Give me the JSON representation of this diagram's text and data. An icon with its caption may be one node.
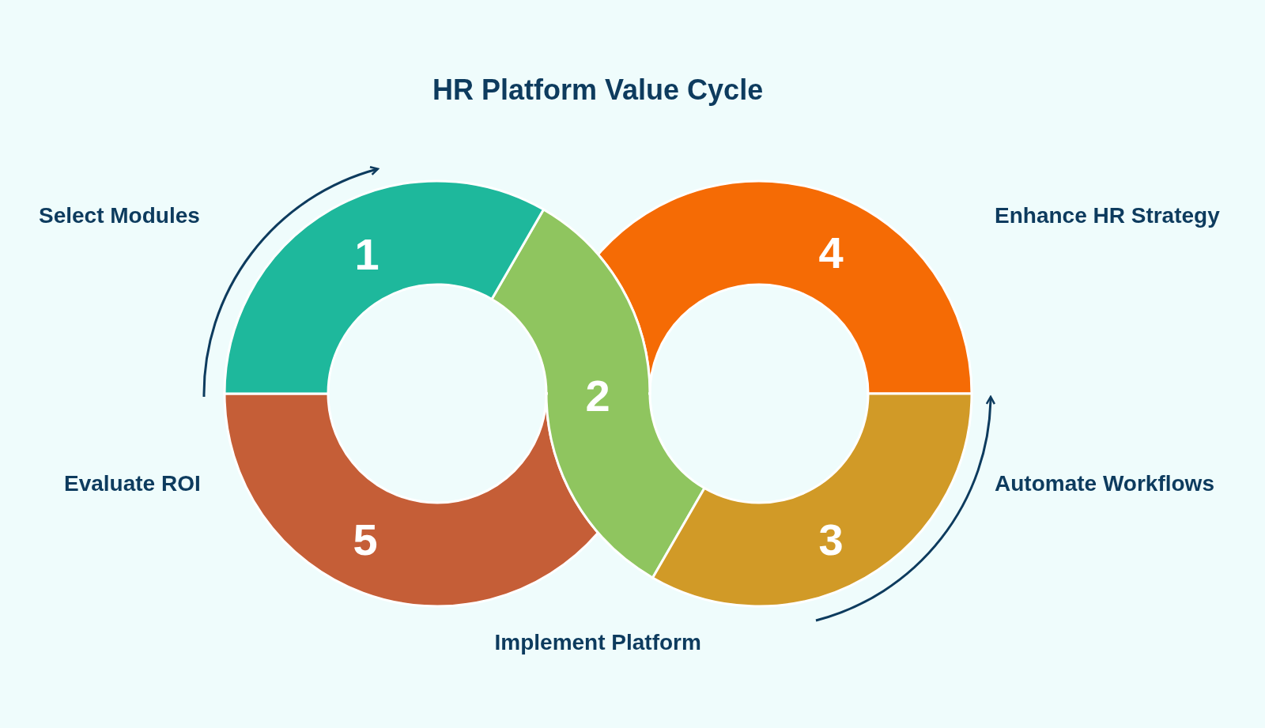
{
  "diagram": {
    "title": "HR Platform Value Cycle",
    "nodes": [
      {
        "text": [
          "1"
        ],
        "beside": [
          "Select Modules"
        ]
      },
      {
        "text": [
          "2"
        ]
      },
      {
        "text": [
          "3"
        ],
        "beside": [
          "Automate Workflows"
        ]
      },
      {
        "text": [
          "4"
        ],
        "beside": [
          "Enhance HR Strategy"
        ]
      },
      {
        "text": [
          "5"
        ],
        "beside": [
          "Evaluate ROI"
        ]
      }
    ],
    "edges": [],
    "labels": [
      "Implement Platform"
    ]
  }
}
